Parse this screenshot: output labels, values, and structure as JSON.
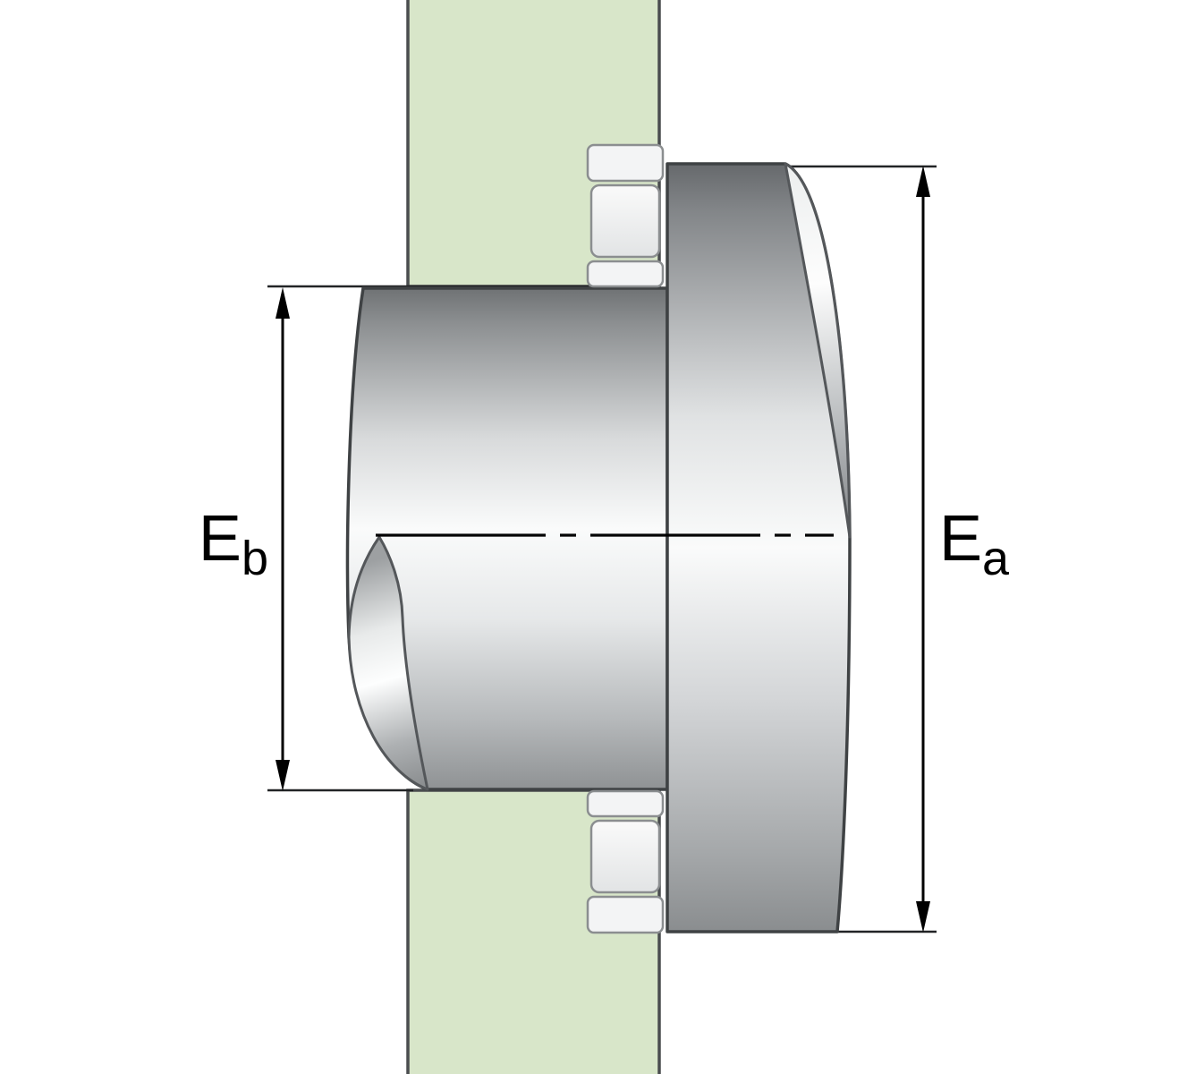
{
  "labels": {
    "left": {
      "base": "E",
      "sub": "b"
    },
    "right": {
      "base": "E",
      "sub": "a"
    }
  },
  "colors": {
    "background": "#ffffff",
    "wall": "#d8e6c9",
    "outline": "#4a4d4f",
    "line": "#000000",
    "metal_dark": "#707375",
    "metal_light": "#fbfcfc",
    "bearing_fill": "#f3f4f5"
  }
}
